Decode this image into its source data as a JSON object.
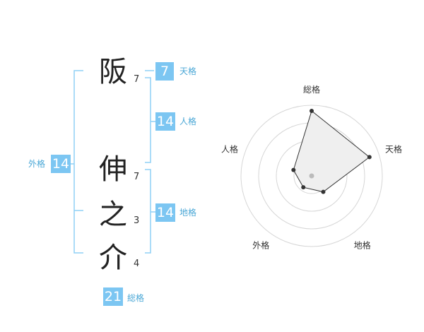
{
  "name": {
    "chars": [
      {
        "char": "阪",
        "strokes": "7"
      },
      {
        "char": "伸",
        "strokes": "7"
      },
      {
        "char": "之",
        "strokes": "3"
      },
      {
        "char": "介",
        "strokes": "4"
      }
    ]
  },
  "fortunes": {
    "tenkaku": {
      "label": "天格",
      "value": "7"
    },
    "jinkaku": {
      "label": "人格",
      "value": "14"
    },
    "chikaku": {
      "label": "地格",
      "value": "14"
    },
    "gaikaku": {
      "label": "外格",
      "value": "14"
    },
    "soukaku": {
      "label": "総格",
      "value": "21"
    }
  },
  "colors": {
    "accent": "#7cc6f2",
    "bracket": "#8fd0f5",
    "fill": "#efefef"
  },
  "chart_data": {
    "type": "radar",
    "axes": [
      "総格",
      "天格",
      "地格",
      "外格",
      "人格"
    ],
    "values": [
      0.92,
      0.86,
      0.28,
      0.2,
      0.27
    ],
    "rings": 4,
    "grid": true
  }
}
